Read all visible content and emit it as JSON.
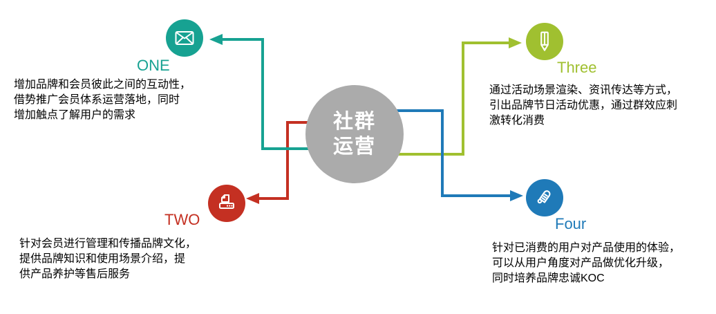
{
  "center": {
    "label": "社群运营",
    "line1": "社群",
    "line2": "运营"
  },
  "colors": {
    "one": "#17a292",
    "two": "#c43022",
    "three": "#a0c030",
    "four": "#1f7ab8",
    "center": "#ababab",
    "body_text": "#000000"
  },
  "nodes": [
    {
      "id": "one",
      "label": "ONE",
      "icon": "envelope-icon",
      "color": "#17a292",
      "description": "增加品牌和会员彼此之间的互动性，\n借势推广会员体系运营落地，同时\n增加触点了解用户的需求"
    },
    {
      "id": "two",
      "label": "TWO",
      "icon": "printer-icon",
      "color": "#c43022",
      "description": "针对会员进行管理和传播品牌文化，\n提供品牌知识和使用场景介绍，提\n供产品养护等售后服务"
    },
    {
      "id": "three",
      "label": "Three",
      "icon": "pencil-icon",
      "color": "#a0c030",
      "description": "通过活动场景渲染、资讯传达等方式，\n引出品牌节日活动优惠，通过群效应刺\n激转化消费"
    },
    {
      "id": "four",
      "label": "Four",
      "icon": "scroll-icon",
      "color": "#1f7ab8",
      "description": "针对已消费的用户对产品使用的体验，\n可以从用户角度对产品做优化升级，\n同时培养品牌忠诚KOC"
    }
  ]
}
